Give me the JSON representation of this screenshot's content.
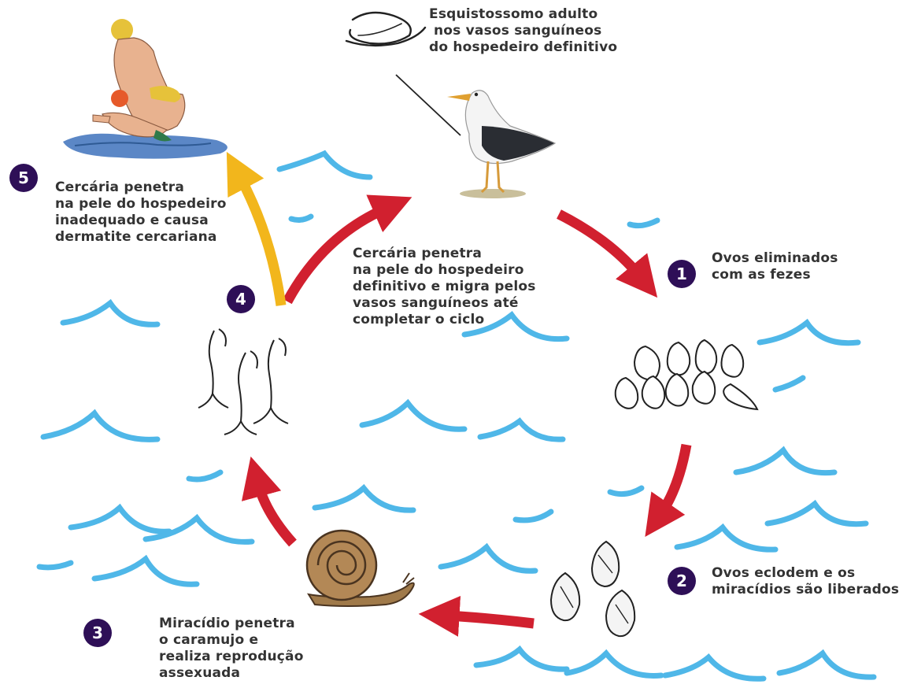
{
  "colors": {
    "badge": "#2e0f57",
    "arrow_red": "#d1202f",
    "arrow_yellow": "#f2b61c",
    "water": "#4fb7e8",
    "label_text": "#333333"
  },
  "top_label": {
    "lines": [
      "Esquistossomo adulto",
      "nos vasos sanguíneos",
      "do hospedeiro definitivo"
    ]
  },
  "steps": [
    {
      "number": "1",
      "lines": [
        "Ovos eliminados",
        "com as fezes"
      ]
    },
    {
      "number": "2",
      "lines": [
        "Ovos eclodem e os",
        "miracídios são liberados"
      ]
    },
    {
      "number": "3",
      "lines": [
        "Miracídio penetra",
        "o caramujo e",
        "realiza reprodução",
        "assexuada"
      ]
    },
    {
      "number": "4",
      "lines": [
        "Cercária penetra",
        "na pele do hospedeiro",
        "definitivo e migra pelos",
        "vasos sanguíneos até",
        "completar o ciclo"
      ]
    },
    {
      "number": "5",
      "lines": [
        "Cercária penetra",
        "na pele do hospedeiro",
        "inadequado e causa",
        "dermatite cercariana"
      ]
    }
  ],
  "icons": [
    "adult-worm-icon",
    "gull-icon",
    "swimmers-icon",
    "eggs-icon",
    "miracidia-icon",
    "snail-icon",
    "cercariae-icon"
  ]
}
